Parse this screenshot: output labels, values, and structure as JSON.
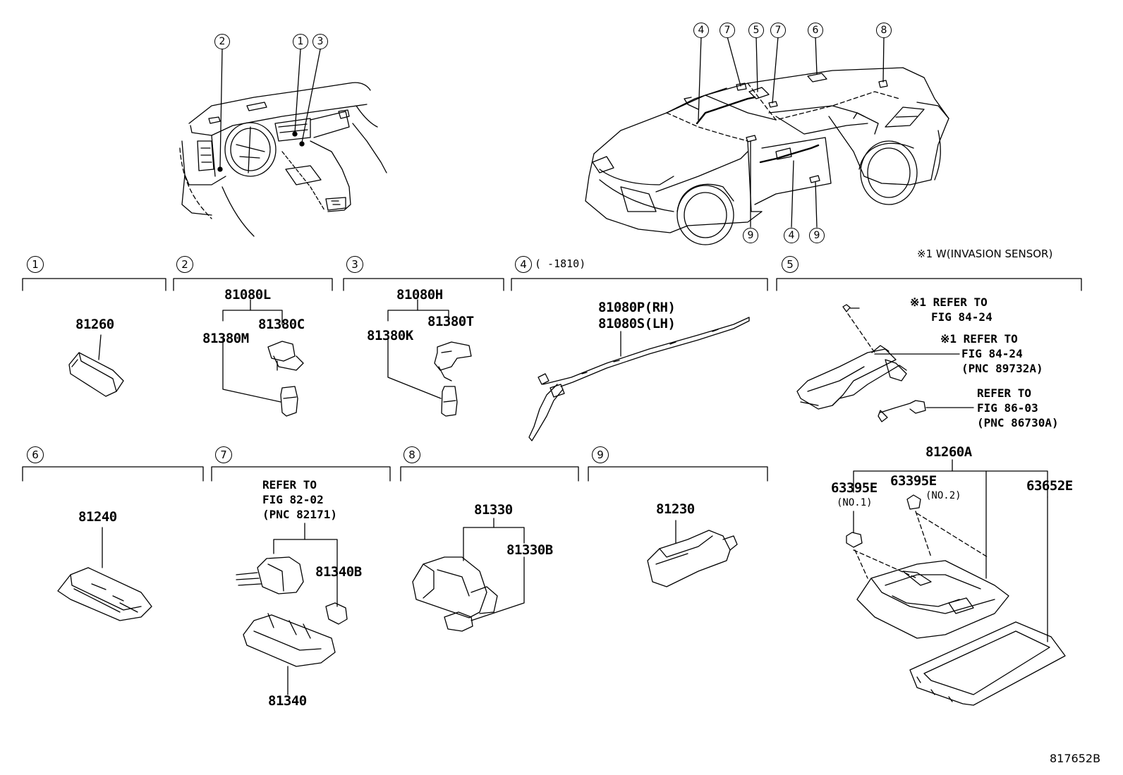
{
  "diagram": {
    "top_callouts": {
      "interior": [
        "2",
        "1",
        "3"
      ],
      "car_top": [
        "4",
        "7",
        "5",
        "7",
        "6",
        "8"
      ],
      "car_bottom": [
        "9",
        "4",
        "9"
      ]
    },
    "footnote": "※1 W(INVASION SENSOR)",
    "sections": {
      "s1": {
        "num": "1",
        "parts": {
          "p1": "81260"
        }
      },
      "s2": {
        "num": "2",
        "parts": {
          "p1": "81080L",
          "p2": "81380C",
          "p3": "81380M"
        }
      },
      "s3": {
        "num": "3",
        "parts": {
          "p1": "81080H",
          "p2": "81380T",
          "p3": "81380K"
        }
      },
      "s4": {
        "num": "4",
        "date_note": "(     -1810)",
        "parts": {
          "p1": "81080P(RH)",
          "p2": "81080S(LH)"
        }
      },
      "s5": {
        "num": "5",
        "notes": {
          "n1a": "※1 REFER TO",
          "n1b": "FIG 84-24",
          "n2a": "※1 REFER TO",
          "n2b": "FIG 84-24",
          "n2c": "(PNC 89732A)",
          "n3a": "REFER TO",
          "n3b": "FIG 86-03",
          "n3c": "(PNC 86730A)"
        }
      },
      "s6": {
        "num": "6",
        "parts": {
          "p1": "81240"
        }
      },
      "s7": {
        "num": "7",
        "notes": {
          "a": "REFER TO",
          "b": "FIG 82-02",
          "c": "(PNC 82171)"
        },
        "parts": {
          "p1": "81340B",
          "p2": "81340"
        }
      },
      "s8": {
        "num": "8",
        "parts": {
          "p1": "81330",
          "p2": "81330B"
        }
      },
      "s9": {
        "num": "9",
        "parts": {
          "p1": "81230"
        }
      },
      "s10": {
        "parts": {
          "p1": "81260A",
          "p2": "63395E",
          "p2_sub": "(NO.1)",
          "p3": "63395E",
          "p3_sub": "(NO.2)",
          "p4": "63652E"
        }
      }
    },
    "figure_id": "817652B"
  }
}
